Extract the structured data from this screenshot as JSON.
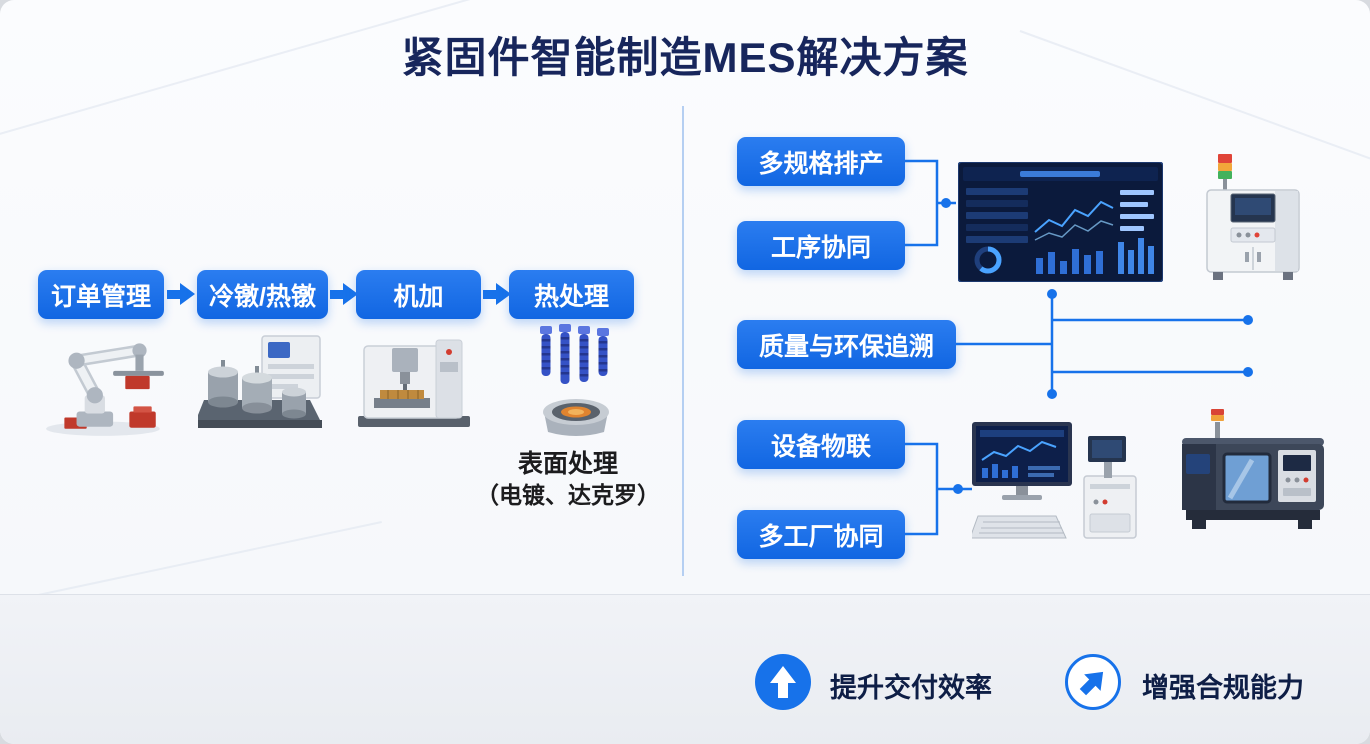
{
  "title": "紧固件智能制造MES解决方案",
  "flow": {
    "steps": [
      {
        "label": "订单管理"
      },
      {
        "label": "冷镦/热镦"
      },
      {
        "label": "机加"
      },
      {
        "label": "热处理"
      }
    ],
    "surface_note": {
      "line1": "表面处理",
      "line2": "（电镀、达克罗）"
    }
  },
  "modules": [
    {
      "label": "多规格排产"
    },
    {
      "label": "工序协同"
    },
    {
      "label": "质量与环保追溯"
    },
    {
      "label": "设备物联"
    },
    {
      "label": "多工厂协同"
    }
  ],
  "benefits": [
    {
      "label": "提升交付效率",
      "icon": "arrow-up-icon"
    },
    {
      "label": "增强合规能力",
      "icon": "arrow-up-right-icon"
    }
  ],
  "illustrations": {
    "left": [
      "robot-arm",
      "cold-heading-machine",
      "cnc-machining-center",
      "heat-treatment-fasteners"
    ],
    "right": [
      "mes-dashboard-screen",
      "inspection-machine",
      "workstation-computer",
      "cnc-lathe-machine"
    ]
  },
  "colors": {
    "accent_blue": "#1772ea",
    "title_navy": "#17265c",
    "connector_blue": "#1772ea"
  }
}
